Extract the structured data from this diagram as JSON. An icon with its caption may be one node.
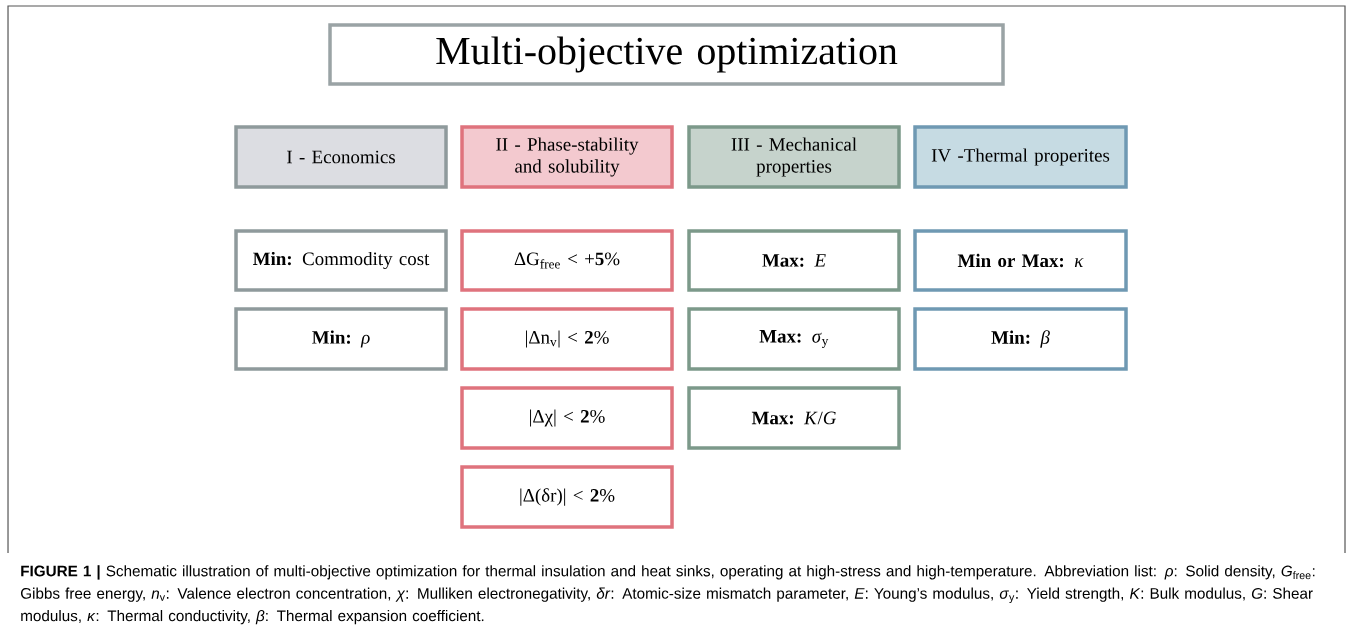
{
  "diagram": {
    "nodes": [
      {
        "text": [
          "Multi-objective optimization"
        ]
      },
      {
        "text": [
          "I - Economics"
        ]
      },
      {
        "text": [
          "II - Phase-stability and solubility"
        ]
      },
      {
        "text": [
          "III - Mechanical properties"
        ]
      },
      {
        "text": [
          "IV -Thermal properites"
        ]
      },
      {
        "text": [
          "**Min:** Commodity cost"
        ]
      },
      {
        "text": [
          "ΔG$_{free}$ < +**5**%"
        ]
      },
      {
        "text": [
          "**Max:** *E*"
        ]
      },
      {
        "text": [
          "**Min or Max:** *κ*"
        ]
      },
      {
        "text": [
          "**Min:** *ρ*"
        ]
      },
      {
        "text": [
          "|Δn$_{v}$| < **2**%"
        ]
      },
      {
        "text": [
          "**Max:** *σ*$_{y}$"
        ]
      },
      {
        "text": [
          "**Min:** *β*"
        ]
      },
      {
        "text": [
          "|Δχ| < **2**%"
        ]
      },
      {
        "text": [
          "**Max:** *K*/*G*"
        ]
      },
      {
        "text": [
          "|Δ(δr)| < **2**%"
        ]
      }
    ],
    "caption": "**FIGURE 1 |** Schematic illustration of multi-objective optimization for thermal insulation and heat sinks, operating at high-stress and high-temperature. Abbreviation list: *ρ*: Solid density, *G*$_{free}$: Gibbs free energy, *n*$_{v}$: Valence electron concentration, *χ*: Mulliken electronegativity, *δr*: Atomic-size mismatch parameter, *E*: Young’s modulus, *σ*$_{y}$: Yield strength, *K*: Bulk modulus, *G*: Shear modulus, *κ*: Thermal conductivity, *β*: Thermal expansion coefficient."
  }
}
